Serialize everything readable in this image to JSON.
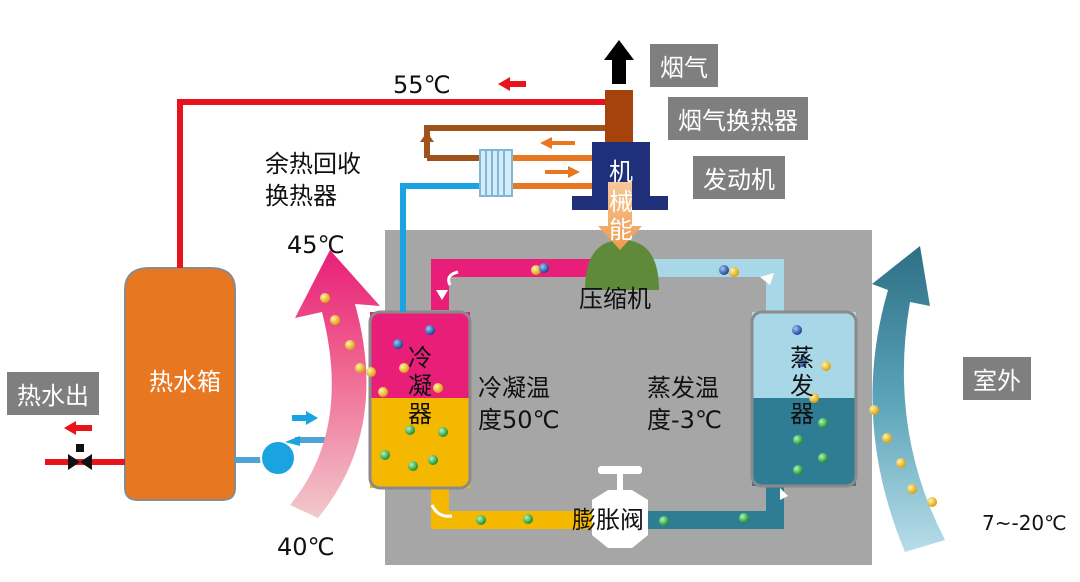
{
  "labels": {
    "smoke": "烟气",
    "smoke_hx": "烟气换热器",
    "engine": "发动机",
    "engine_char": "机",
    "mech_energy": "械能",
    "waste_hx": "余热回收\n换热器",
    "temp_55": "55℃",
    "temp_45": "45℃",
    "temp_40": "40℃",
    "temp_outdoor": "7~-20℃",
    "compressor": "压缩机",
    "condenser": "冷凝器",
    "evaporator": "蒸发器",
    "cond_temp": "冷凝温\n度50℃",
    "evap_temp": "蒸发温\n度-3℃",
    "exp_valve": "膨胀阀",
    "hot_water_tank": "热水箱",
    "hot_water_out": "热水出",
    "outdoor": "室外"
  },
  "colors": {
    "hot_pipe": "#e8131b",
    "warm_pipe": "#e87722",
    "brown_pipe": "#a0521d",
    "cool_pipe": "#1aa3e0",
    "tank": "#e87722",
    "engine": "#1f2f7a",
    "compressor": "#5f8a3a",
    "condenser_top": "#e81e78",
    "condenser_bottom": "#f5b800",
    "evaporator_top": "#a8d8e8",
    "evaporator_bottom": "#2e7d95",
    "box_bg": "#a6a6a6",
    "label_bg": "#7f7f7f",
    "outdoor_arrow": "#2e7d95"
  }
}
